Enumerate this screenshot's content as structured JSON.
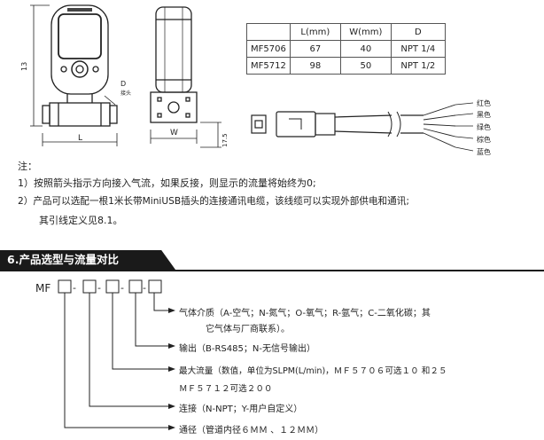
{
  "drawing": {
    "dim_height": "13",
    "dim_d": "D",
    "dim_d_sub": "接头",
    "dim_l": "L",
    "dim_w": "W",
    "dim_17": "17.5"
  },
  "spec_table": {
    "headers": [
      "",
      "L(mm)",
      "W(mm)",
      "D"
    ],
    "rows": [
      [
        "MF5706",
        "67",
        "40",
        "NPT 1/4"
      ],
      [
        "MF5712",
        "98",
        "50",
        "NPT 1/2"
      ]
    ]
  },
  "wire_colors": [
    "红色",
    "黑色",
    "绿色",
    "棕色",
    "蓝色"
  ],
  "notes": {
    "title": "注：",
    "line1": "1）按照箭头指示方向接入气流，如果反接，则显示的流量将始终为0;",
    "line2": "2）产品可以选配一根1米长带MiniUSB插头的连接通讯电缆，该线缆可以实现外部供电和通讯;",
    "line3": "其引线定义见8.1。"
  },
  "section": {
    "title": "6.产品选型与流量对比"
  },
  "model_code": {
    "prefix": "MF",
    "dash": "-",
    "items": [
      "气体介质（A-空气；N-氮气；O-氧气；R-氩气；C-二氧化碳；其",
      "它气体与厂商联系）。",
      "输出（B-RS485；N-无信号输出）",
      "最大流量（数值，单位为SLPM(L/min)，ＭＦ５７０６可选１０ 和２５",
      "ＭＦ５７１２可选２００",
      "连接（N-NPT；Y-用户自定义）",
      "通径（管道内径６ＭＭ 、１２ＭＭ）"
    ]
  }
}
